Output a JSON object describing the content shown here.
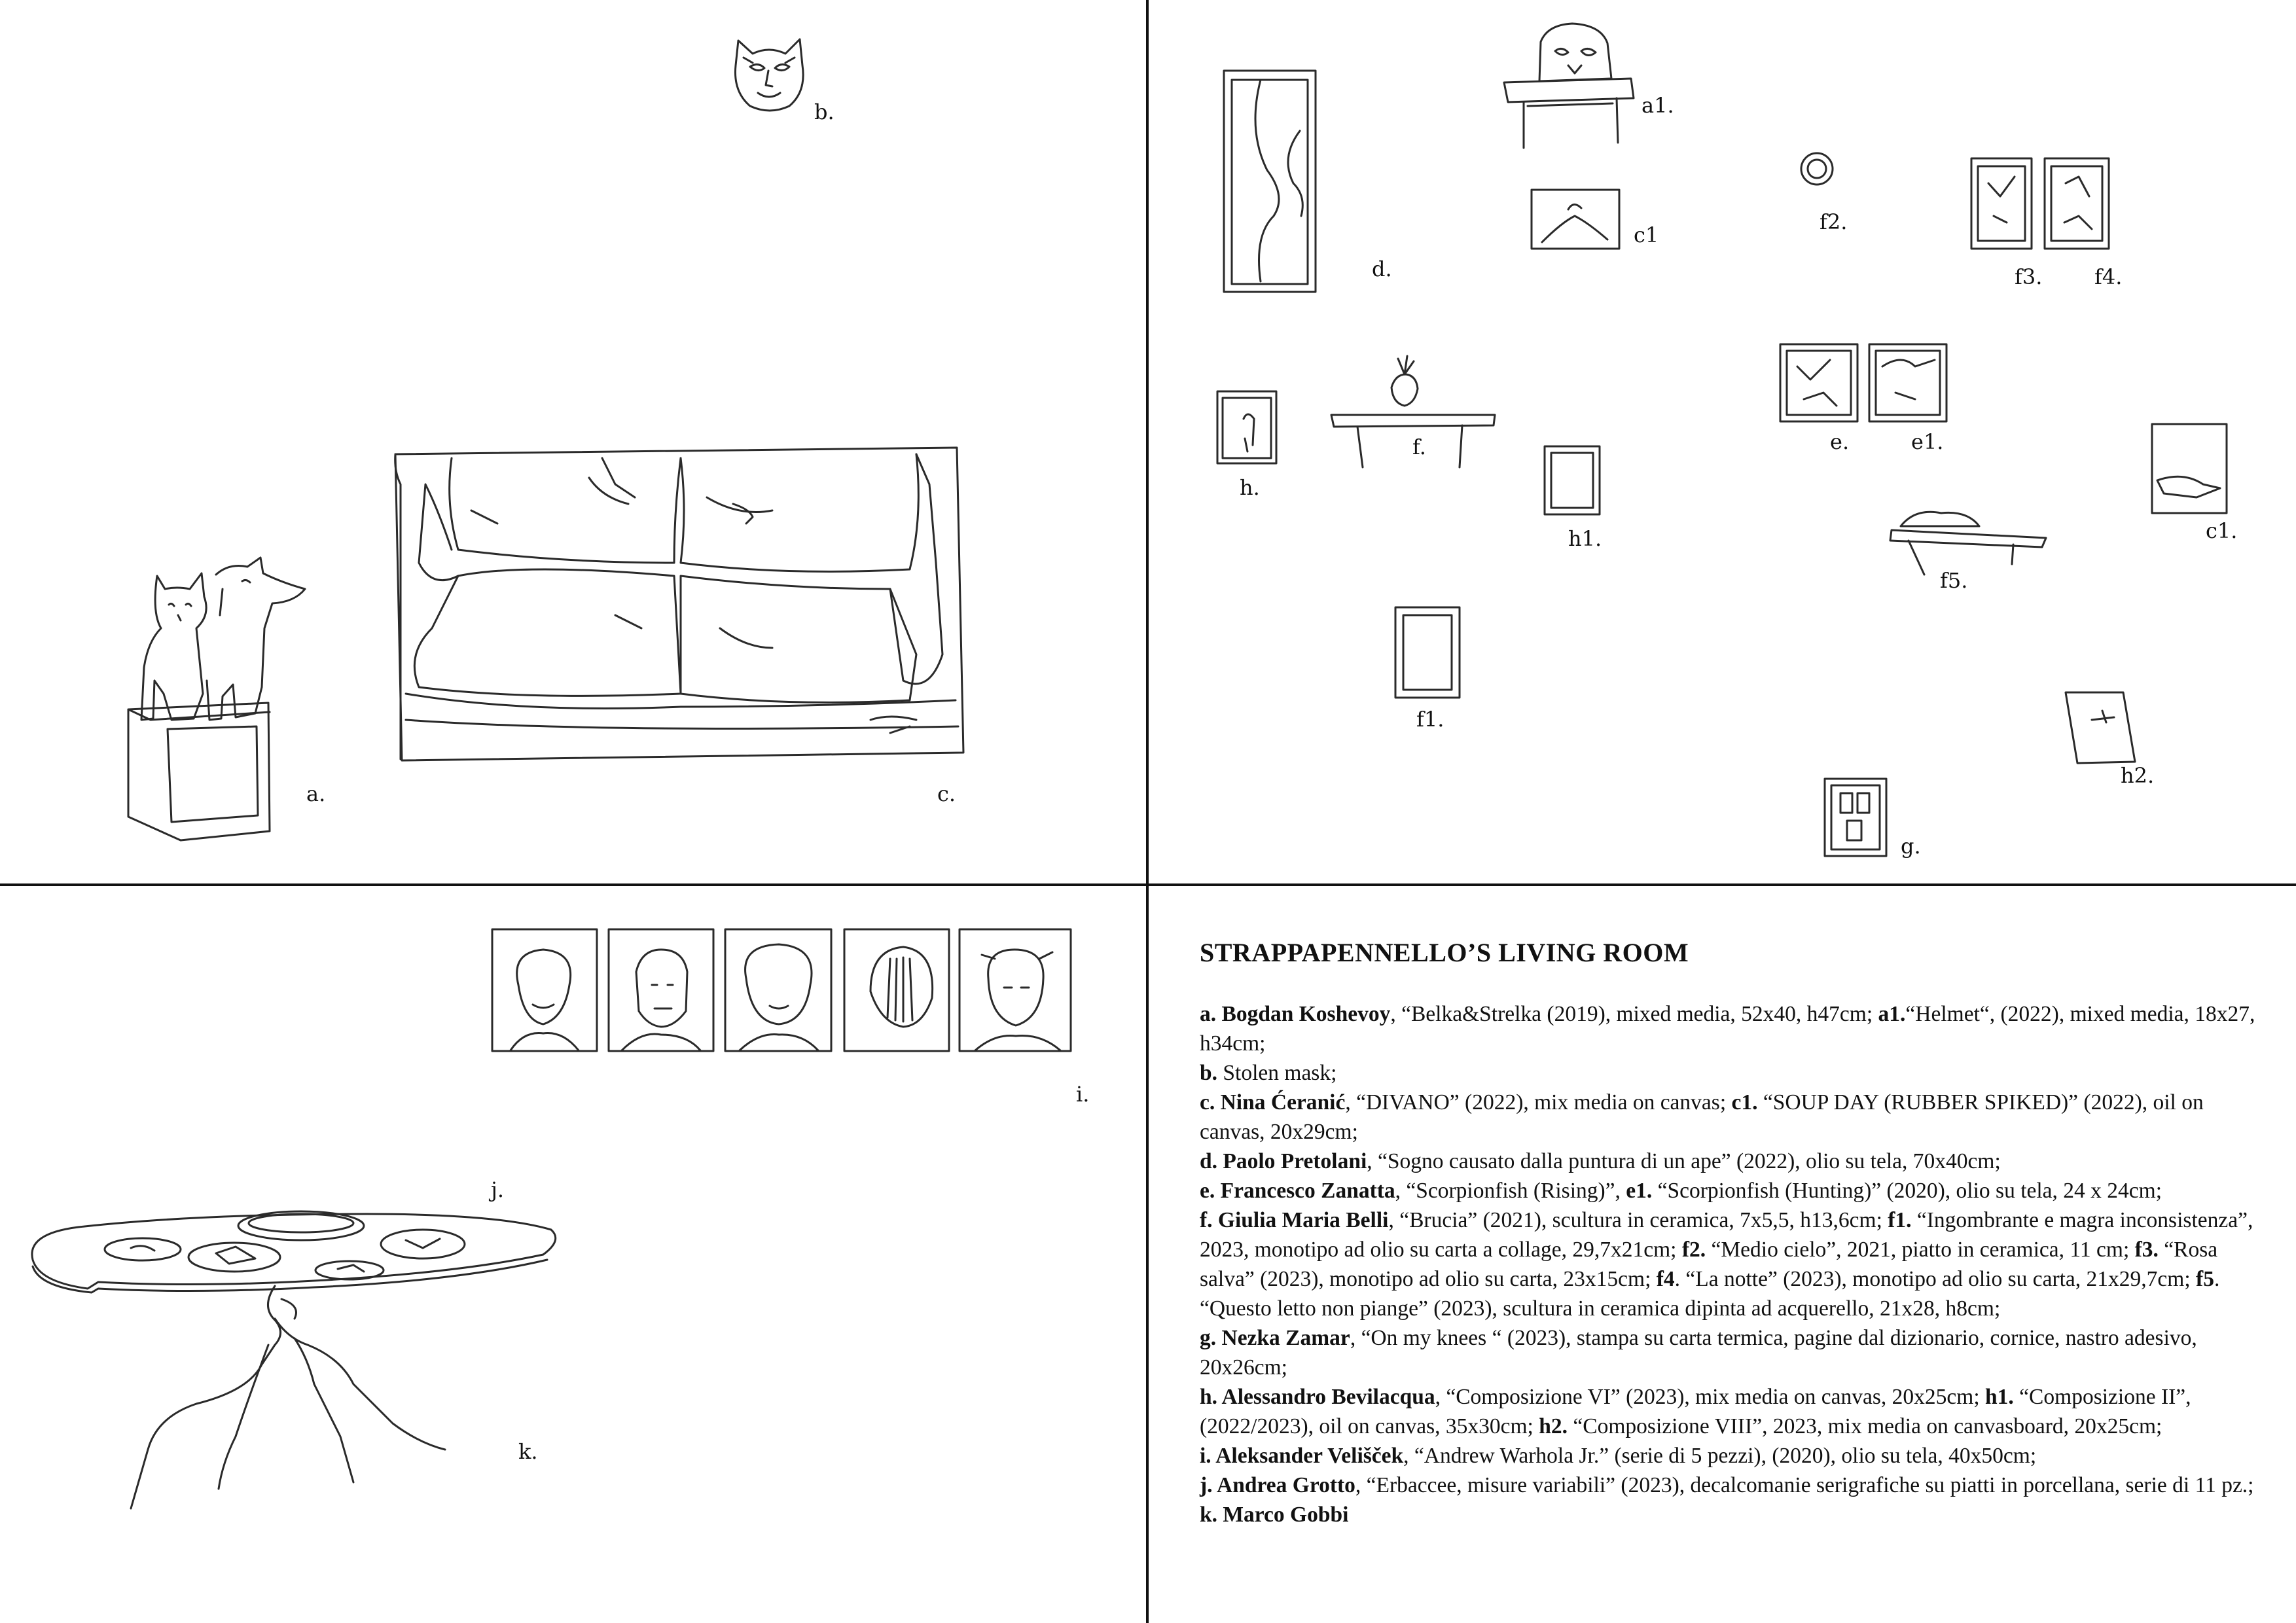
{
  "labels": {
    "a": "a.",
    "b": "b.",
    "c": "c.",
    "d": "d.",
    "a1": "a1.",
    "c1_top": "c1",
    "f2": "f2.",
    "f3": "f3.",
    "f4": "f4.",
    "h": "h.",
    "f": "f.",
    "h1": "h1.",
    "e": "e.",
    "e1": "e1.",
    "c1_right": "c1.",
    "f5": "f5.",
    "f1": "f1.",
    "h2": "h2.",
    "g": "g.",
    "i": "i.",
    "j": "j.",
    "k": "k."
  },
  "legend": {
    "title": "STRAPPAPENNELLO’S LIVING ROOM",
    "entries": [
      [
        {
          "t": "a. Bogdan Koshevoy",
          "b": true
        },
        {
          "t": ", “Belka&Strelka (2019), mixed media, 52x40, h47cm; "
        },
        {
          "t": "a1.",
          "b": true
        },
        {
          "t": "“Helmet“, (2022), mixed media, 18x27, h34cm;"
        }
      ],
      [
        {
          "t": "b.",
          "b": true
        },
        {
          "t": " Stolen mask;"
        }
      ],
      [
        {
          "t": "c. Nina Ćeranić",
          "b": true
        },
        {
          "t": ", “DIVANO” (2022), mix media on canvas; "
        },
        {
          "t": "c1.",
          "b": true
        },
        {
          "t": " “SOUP DAY (RUBBER SPIKED)” (2022), oil on canvas, 20x29cm;"
        }
      ],
      [
        {
          "t": "d. Paolo Pretolani",
          "b": true
        },
        {
          "t": ", “Sogno causato dalla puntura di un ape” (2022), olio su tela, 70x40cm;"
        }
      ],
      [
        {
          "t": "e. Francesco Zanatta",
          "b": true
        },
        {
          "t": ", “Scorpionfish (Rising)”,  "
        },
        {
          "t": "e1.",
          "b": true
        },
        {
          "t": " “Scorpionfish (Hunting)” (2020), olio su tela, 24 x 24cm;"
        }
      ],
      [
        {
          "t": "f. Giulia Maria Belli",
          "b": true
        },
        {
          "t": ", “Brucia” (2021), scultura in ceramica, 7x5,5, h13,6cm; "
        },
        {
          "t": "f1.",
          "b": true
        },
        {
          "t": " “Ingombrante e magra inconsistenza”, 2023, monotipo ad olio su carta a collage, 29,7x21cm; "
        },
        {
          "t": "f2.",
          "b": true
        },
        {
          "t": " “Medio cielo”, 2021, piatto in ceramica, 11 cm; "
        },
        {
          "t": "f3.",
          "b": true
        },
        {
          "t": " “Rosa salva” (2023), monotipo ad olio su carta, 23x15cm; "
        },
        {
          "t": "f4",
          "b": true
        },
        {
          "t": ". “La notte” (2023), monotipo ad olio su carta, 21x29,7cm;  "
        },
        {
          "t": "f5",
          "b": true
        },
        {
          "t": ". “Questo letto non piange” (2023), scultura in ceramica dipinta ad acquerello, 21x28, h8cm;"
        }
      ],
      [
        {
          "t": "g. Nezka Zamar",
          "b": true
        },
        {
          "t": ", “On my knees “ (2023), stampa su carta termica, pagine dal dizionario, cornice, nastro adesivo, 20x26cm;"
        }
      ],
      [
        {
          "t": "h. Alessandro Bevilacqua",
          "b": true
        },
        {
          "t": ", “Composizione VI” (2023), mix media on canvas, 20x25cm; "
        },
        {
          "t": "h1.",
          "b": true
        },
        {
          "t": " “Composizione II”, (2022/2023), oil on canvas, 35x30cm; "
        },
        {
          "t": "h2.",
          "b": true
        },
        {
          "t": " “Composizione VIII”, 2023, mix media on canvasboard, 20x25cm;"
        }
      ],
      [
        {
          "t": "i. Aleksander Velišček",
          "b": true
        },
        {
          "t": ", “Andrew Warhola Jr.” (serie di 5 pezzi), (2020), olio su tela, 40x50cm;"
        }
      ],
      [
        {
          "t": "j. Andrea Grotto",
          "b": true
        },
        {
          "t": ", “Erbaccee, misure variabili” (2023), decalcomanie serigrafiche su piatti in porcellana, serie di 11 pz.;"
        }
      ],
      [
        {
          "t": "k. Marco Gobbi",
          "b": true
        }
      ]
    ]
  }
}
